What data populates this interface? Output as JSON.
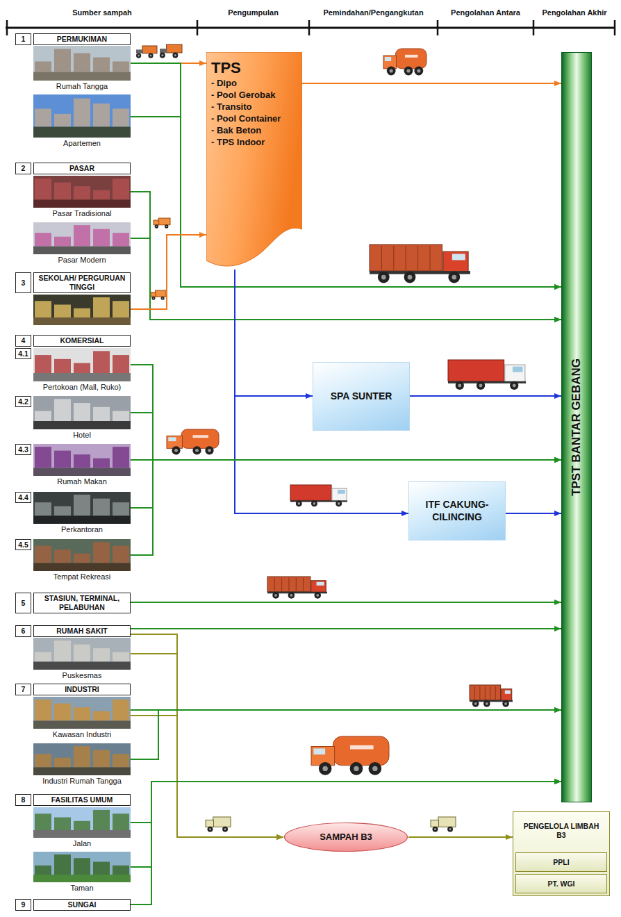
{
  "diagram": {
    "nodes": [
      {
        "text": [
          "1",
          "PERMUKIMAN"
        ]
      },
      {
        "text": [
          "Rumah Tangga"
        ]
      },
      {
        "text": [
          "Apartemen"
        ]
      },
      {
        "text": [
          "2",
          "PASAR"
        ]
      },
      {
        "text": [
          "Pasar Tradisional"
        ]
      },
      {
        "text": [
          "Pasar Modern"
        ]
      },
      {
        "text": [
          "3",
          "SEKOLAH/ PERGURUAN TINGGI"
        ]
      },
      {
        "text": [
          "4",
          "KOMERSIAL"
        ]
      },
      {
        "text": [
          "4.1",
          "Pertokoan (Mall, Ruko)"
        ]
      },
      {
        "text": [
          "4.2",
          "Hotel"
        ]
      },
      {
        "text": [
          "4.3",
          "Rumah Makan"
        ]
      },
      {
        "text": [
          "4.4",
          "Perkantoran"
        ]
      },
      {
        "text": [
          "4.5",
          "Tempat Rekreasi"
        ]
      },
      {
        "text": [
          "5",
          "STASIUN, TERMINAL, PELABUHAN"
        ]
      },
      {
        "text": [
          "6",
          "RUMAH SAKIT"
        ]
      },
      {
        "text": [
          "Puskesmas"
        ]
      },
      {
        "text": [
          "7",
          "INDUSTRI"
        ]
      },
      {
        "text": [
          "Kawasan Industri"
        ]
      },
      {
        "text": [
          "Industri Rumah Tangga"
        ]
      },
      {
        "text": [
          "8",
          "FASILITAS UMUM"
        ]
      },
      {
        "text": [
          "Jalan"
        ]
      },
      {
        "text": [
          "Taman"
        ]
      },
      {
        "text": [
          "9",
          "SUNGAI"
        ]
      },
      {
        "text": [
          "TPS",
          "- Dipo",
          "- Pool Gerobak",
          "- Transito",
          "- Pool Container",
          "- Bak Beton",
          "- TPS Indoor"
        ]
      },
      {
        "text": [
          "SPA SUNTER"
        ]
      },
      {
        "text": [
          "ITF CAKUNG- CILINCING"
        ]
      },
      {
        "text": [
          "SAMPAH B3"
        ]
      },
      {
        "text": [
          "TPST BANTAR GEBANG"
        ]
      },
      {
        "text": [
          "PENGELOLA LIMBAH B3"
        ]
      },
      {
        "text": [
          "PPLI"
        ],
        "in": 28
      },
      {
        "text": [
          "PT. WGI"
        ],
        "in": 28
      }
    ],
    "edges": [
      {
        "from": 1,
        "to": 23,
        "arrow": "to"
      },
      {
        "from": 1,
        "to": 27,
        "arrow": "to"
      },
      {
        "from": 2,
        "to": 27,
        "arrow": "to"
      },
      {
        "from": 23,
        "to": 27,
        "arrow": "to"
      },
      {
        "from": 4,
        "to": 27,
        "arrow": "to"
      },
      {
        "from": 5,
        "to": 27,
        "arrow": "to"
      },
      {
        "from": 6,
        "to": 23,
        "arrow": "to"
      },
      {
        "from": 23,
        "to": 24,
        "arrow": "to"
      },
      {
        "from": 23,
        "to": 25,
        "arrow": "to"
      },
      {
        "from": 24,
        "to": 27,
        "arrow": "to"
      },
      {
        "from": 25,
        "to": 27,
        "arrow": "to"
      },
      {
        "from": 8,
        "to": 27,
        "arrow": "to"
      },
      {
        "from": 9,
        "to": 27,
        "arrow": "to"
      },
      {
        "from": 10,
        "to": 27,
        "arrow": "to"
      },
      {
        "from": 11,
        "to": 27,
        "arrow": "to"
      },
      {
        "from": 12,
        "to": 27,
        "arrow": "to"
      },
      {
        "from": 13,
        "to": 27,
        "arrow": "to"
      },
      {
        "from": 14,
        "to": 27,
        "arrow": "to"
      },
      {
        "from": 14,
        "to": 26,
        "arrow": "to"
      },
      {
        "from": 15,
        "to": 26,
        "arrow": "to"
      },
      {
        "from": 17,
        "to": 27,
        "arrow": "to"
      },
      {
        "from": 17,
        "to": 26,
        "arrow": "to"
      },
      {
        "from": 18,
        "to": 27,
        "arrow": "to"
      },
      {
        "from": 20,
        "to": 27,
        "arrow": "to"
      },
      {
        "from": 21,
        "to": 27,
        "arrow": "to"
      },
      {
        "from": 22,
        "to": 27,
        "arrow": "to"
      },
      {
        "from": 26,
        "to": 28,
        "arrow": "to"
      }
    ],
    "labels": [
      "Sumber sampah",
      "Pengumpulan",
      "Pemindahan/Pengangkutan",
      "Pengolahan Antara",
      "Pengolahan Akhir"
    ]
  }
}
